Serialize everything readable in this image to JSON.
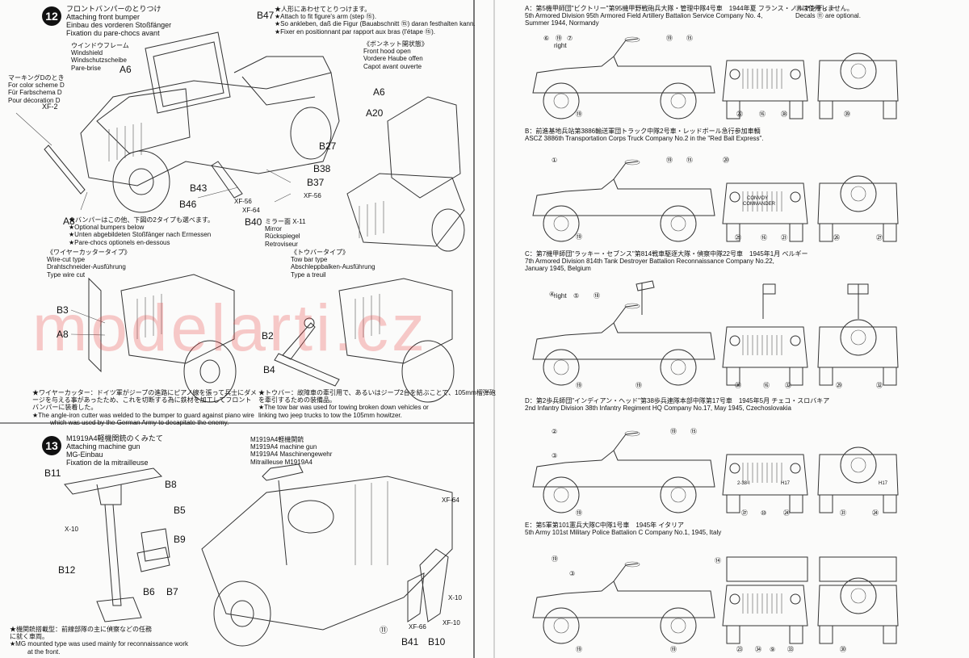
{
  "step12": {
    "number": "12",
    "title_jp": "フロントバンパーのとりつけ",
    "title_en": "Attaching front bumper",
    "title_de": "Einbau des vorderen Stoßfänger",
    "title_fr": "Fixation du pare-chocs avant",
    "windshield_jp": "ウインドウフレーム",
    "windshield_en": "Windshield",
    "windshield_de": "Windschutzscheibe",
    "windshield_fr": "Pare-brise",
    "marking_jp": "マーキングDのとき",
    "marking_en": "For color scheme D",
    "marking_de": "Für Farbschema D",
    "marking_fr": "Pour décoration D",
    "figure_jp": "★人形にあわせてとりつけます。",
    "figure_en": "★Attach to fit figure's arm (step ⑮).",
    "figure_de": "★So ankleben, daß die Figur (Bauabschnitt ⑮) daran festhalten kann.",
    "figure_fr": "★Fixer en positionnant par rapport aux bras (l'étape ⑮).",
    "hood_jp": "《ボンネット開状態》",
    "hood_en": "Front hood open",
    "hood_de": "Vordere Haube offen",
    "hood_fr": "Capot avant ouverte",
    "bumper_jp": "★バンパーはこの他、下図の2タイプも選べます。",
    "bumper_en": "★Optional bumpers below",
    "bumper_de": "★Unten abgebildeten Stoßfänger nach Ermessen",
    "bumper_fr": "★Pare-chocs optionels en-dessous",
    "mirror_jp": "ミラー面 X-11",
    "mirror_en": "Mirror",
    "mirror_de": "Rückspiegel",
    "mirror_fr": "Retroviseur",
    "wire_jp": "《ワイヤーカッタータイプ》",
    "wire_en": "Wire-cut type",
    "wire_de": "Drahtschneider-Ausführung",
    "wire_fr": "Type wire cut",
    "tow_jp": "《トウバータイプ》",
    "tow_en": "Tow bar type",
    "tow_de": "Abschleppbalken-Ausführung",
    "tow_fr": "Type a treuil",
    "wire_note_jp1": "★ワイヤーカッター：ドイツ軍がジープの進路にピアノ線を張って兵士にダメ",
    "wire_note_jp2": "ージを与える事があったため、これを切断する為に鉄材を加工してフロント",
    "wire_note_jp3": "バンパーに装着した。",
    "wire_note_en1": "★The angle-iron cutter was welded to the bumper to guard against piano wire",
    "wire_note_en2": "which was used by the German Army to decapitate the enemy.",
    "tow_note_jp1": "★トウバー：故障車の牽引用で、あるいはジープ2台を結ぶことで、105mm榴弾砲",
    "tow_note_jp2": "を牽引するための装備品。",
    "tow_note_en1": "★The tow bar was used for towing broken down vehicles or",
    "tow_note_en2": "linking two jeep trucks to tow the 105mm howitzer.",
    "labels": {
      "A6a": "A6",
      "B47": "B47",
      "XF2": "XF-2",
      "A20": "A20",
      "A6b": "A6",
      "B27": "B27",
      "B38": "B38",
      "B37": "B37",
      "XF56a": "XF-56",
      "XF56b": "XF-56",
      "B43": "B43",
      "B46": "B46",
      "XF64": "XF-64",
      "A8a": "A8",
      "B40": "B40",
      "B3": "B3",
      "A8b": "A8",
      "B2": "B2",
      "B4": "B4"
    }
  },
  "step13": {
    "number": "13",
    "title_jp": "M1919A4軽機関銃のくみたて",
    "title_en": "Attaching machine gun",
    "title_de": "MG-Einbau",
    "title_fr": "Fixation de la mitrailleuse",
    "gun_jp": "M1919A4軽機関銃",
    "gun_en": "M1919A4 machine gun",
    "gun_de": "M1919A4 Maschinengewehr",
    "gun_fr": "Mitrailleuse M1919A4",
    "note_jp1": "★機関銃搭載型：前線部隊の主に偵察などの任務",
    "note_jp2": "に就く車両。",
    "note_en1": "★MG mounted type was used mainly for reconnaissance work",
    "note_en2": "at the front.",
    "labels": {
      "B11": "B11",
      "B8": "B8",
      "B5": "B5",
      "X10a": "X-10",
      "B9": "B9",
      "B12": "B12",
      "B6": "B6",
      "B7": "B7",
      "XF64": "XF-64",
      "X10b": "X-10",
      "XF66": "XF-66",
      "XF10": "XF-10",
      "B41": "B41",
      "B10": "B10",
      "c11": "⑪"
    }
  },
  "decals": {
    "note_jp": "⑪は使用しません。",
    "note_en": "Decals ⑪ are optional.",
    "A": {
      "jp": "A：第5機甲師団\"ビクトリー\"第95機甲野戦砲兵大隊・管理中隊4号車　1944年夏 フランス・ノルマンディー",
      "en1": "5th Armored Division 95th Armored Field Artillery Battalion Service Company No. 4,",
      "en2": "Summer 1944, Normandy",
      "callouts": [
        "⑥",
        "⑲",
        "⑦",
        "⑲",
        "⑮",
        "⑲",
        "㉒",
        "⑯",
        "㊳",
        "㊴"
      ],
      "right": "right"
    },
    "B": {
      "jp": "B：前進基地兵站第3886輸送軍団トラック中隊2号車・レッドボール急行参加車輌",
      "en1": "ASCZ 3886th Transportation Corps Truck Company No.2 in the \"Red Ball Express\".",
      "callouts": [
        "①",
        "⑲",
        "⑮",
        "⑳",
        "⑲",
        "㉕",
        "⑯",
        "㉑",
        "㉖",
        "㉗"
      ],
      "sign1": "CONVOY",
      "sign2": "COMMANDER"
    },
    "C": {
      "jp": "C：第7機甲師団\"ラッキー・セブンス\"第814戦車駆逐大隊・偵察中隊22号車　1945年1月 ベルギー",
      "en1": "7th Armored Division 814th Tank Destroyer Battalion Reconnaissance Company No.22,",
      "en2": "January 1945, Belgium",
      "callouts": [
        "④",
        "⑤",
        "⑱",
        "⑲",
        "⑲",
        "㊱",
        "⑯",
        "㉜",
        "㉙",
        "㉜"
      ],
      "right": "right"
    },
    "D": {
      "jp": "D：第2歩兵師団\"インディアン・ヘッド\"第38歩兵連隊本部中隊第17号車　1945年5月 チェコ・スロバキア",
      "en1": "2nd Infantry Division 38th Infantry Regiment HQ Company No.17, May 1945, Czechoslovakia",
      "callouts": [
        "②",
        "③",
        "⑲",
        "⑮",
        "⑲",
        "㊲",
        "⑩",
        "㉔",
        "㉛",
        "㉔"
      ],
      "plate": "2-38-I",
      "h17a": "H17",
      "h17b": "H17"
    },
    "E": {
      "jp": "E：第5軍第101憲兵大隊C中隊1号車　1945年 イタリア",
      "en1": "5th Army 101st Military Police Battalion C Company No.1, 1945, Italy",
      "callouts": [
        "⑲",
        "③",
        "⑲",
        "⑲",
        "⑭",
        "㉓",
        "㉞",
        "⑨",
        "㉝",
        "㉚"
      ]
    }
  },
  "watermark": "modelarti.cz"
}
